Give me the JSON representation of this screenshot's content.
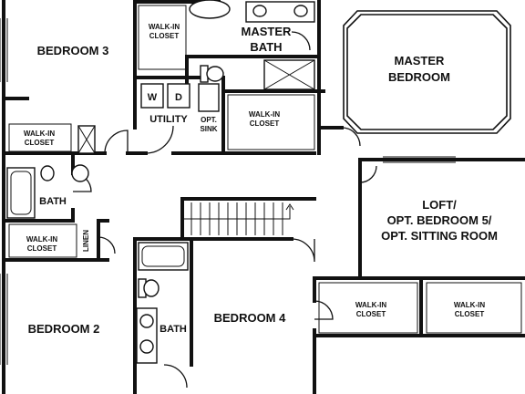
{
  "rooms": {
    "bedroom3": "BEDROOM 3",
    "walkin_closet_top": [
      "WALK-IN",
      "CLOSET"
    ],
    "master_bath": [
      "MASTER",
      "BATH"
    ],
    "master_bedroom": [
      "MASTER",
      "BEDROOM"
    ],
    "washer": "W",
    "dryer": "D",
    "utility": "UTILITY",
    "opt_sink": [
      "OPT.",
      "SINK"
    ],
    "walkin_closet_master": [
      "WALK-IN",
      "CLOSET"
    ],
    "walkin_closet_left": [
      "WALK-IN",
      "CLOSET"
    ],
    "bath_left": "BATH",
    "walkin_closet_left2": [
      "WALK-IN",
      "CLOSET"
    ],
    "linen": "LINEN",
    "loft": [
      "LOFT/",
      "OPT. BEDROOM 5/",
      "OPT. SITTING ROOM"
    ],
    "bedroom2": "BEDROOM 2",
    "bath_center": "BATH",
    "bedroom4": "BEDROOM 4",
    "walkin_closet_b4": [
      "WALK-IN",
      "CLOSET"
    ],
    "walkin_closet_br": [
      "WALK-IN",
      "CLOSET"
    ]
  }
}
